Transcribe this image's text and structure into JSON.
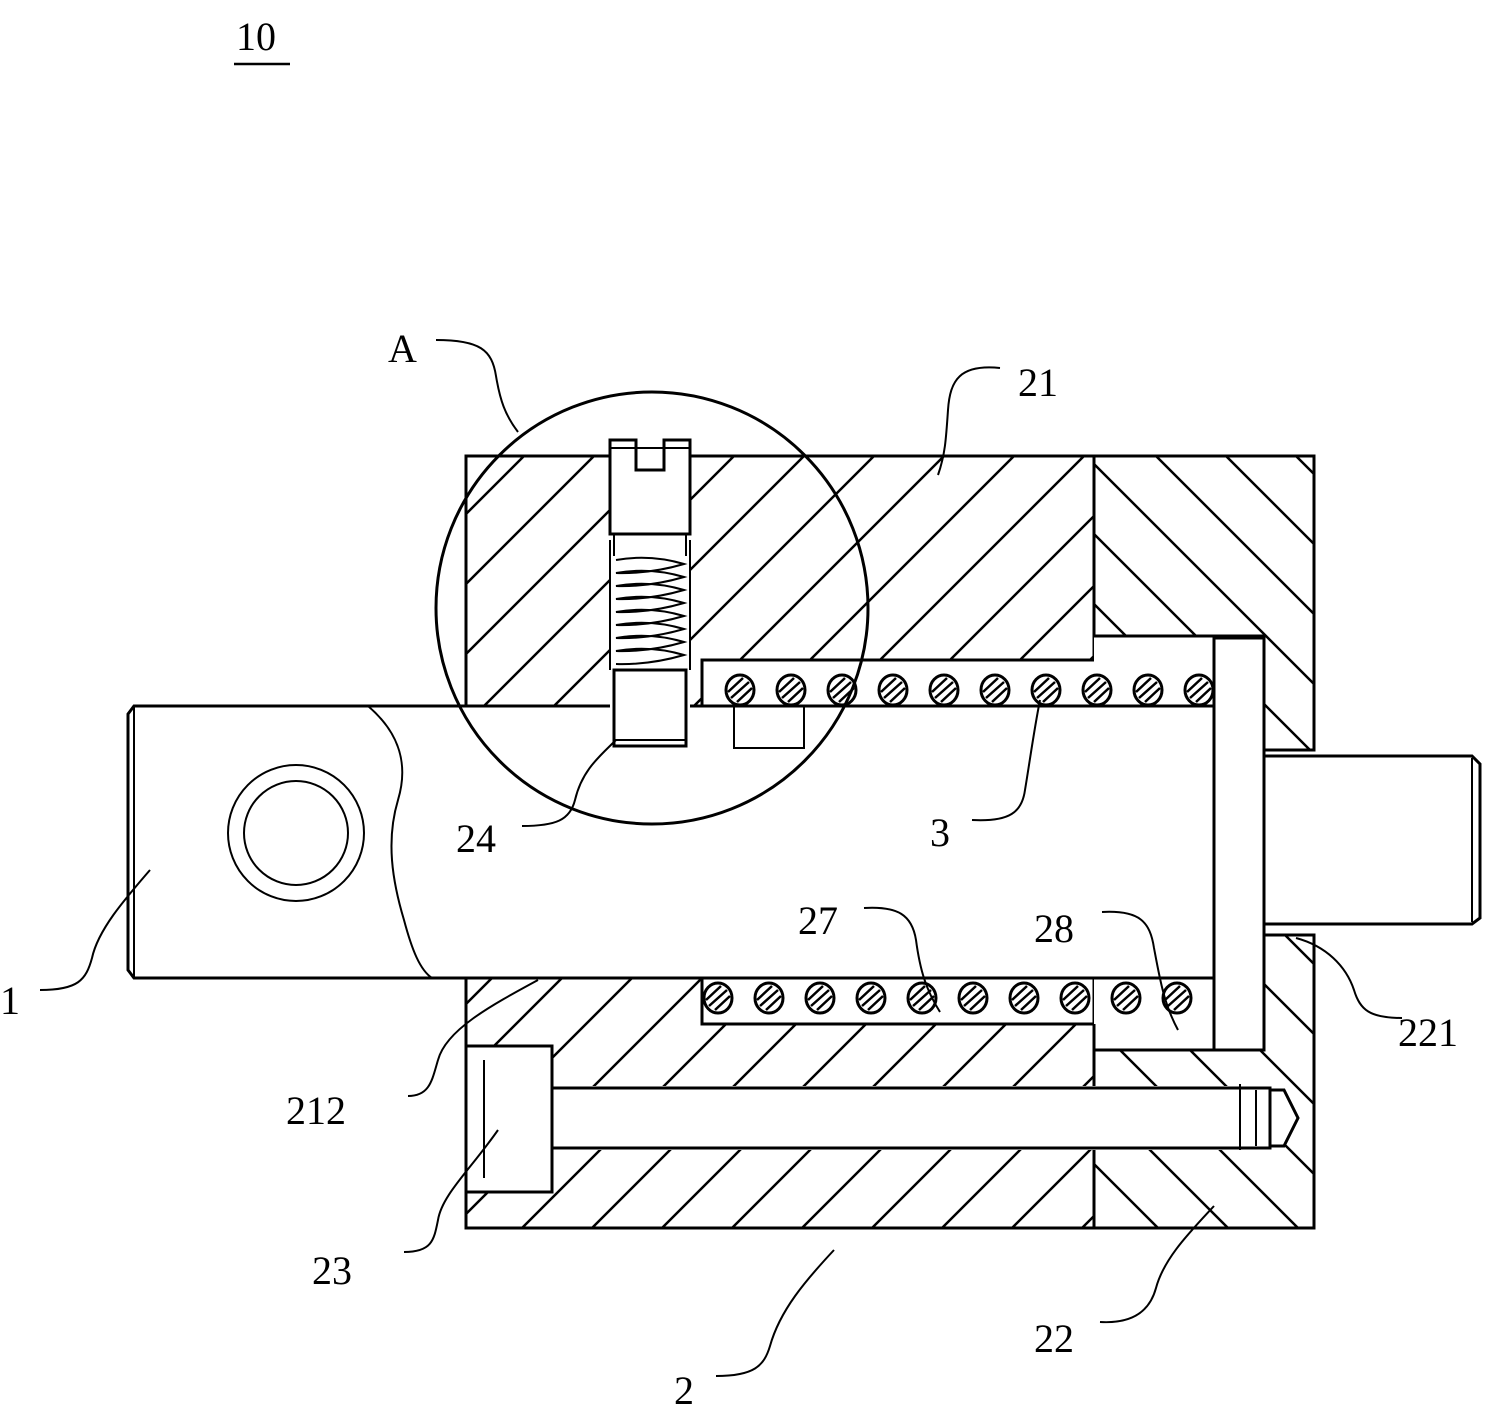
{
  "figure_number": "10",
  "labels": {
    "detail": "A",
    "housing": "2",
    "body": "21",
    "cover": "22",
    "bolt": "23",
    "set_screw": "24",
    "groove": "27",
    "gap": "28",
    "slot": "212",
    "bore": "221",
    "rod": "1",
    "spring": "3"
  }
}
